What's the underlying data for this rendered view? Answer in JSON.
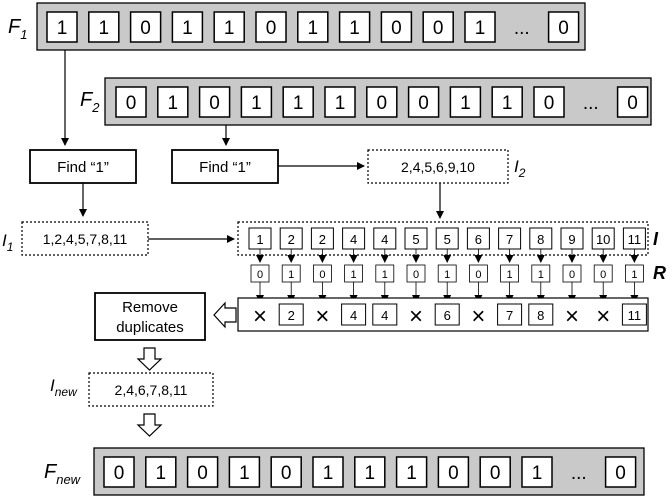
{
  "colors": {
    "bar_fill": "#c9c9c9",
    "cell_fill": "#ffffff",
    "stroke": "#000000"
  },
  "labels": {
    "f1": "F",
    "f1_sub": "1",
    "f2": "F",
    "f2_sub": "2",
    "fnew": "F",
    "fnew_sub": "new",
    "i1": "I",
    "i1_sub": "1",
    "i2": "I",
    "i2_sub": "2",
    "inew": "I",
    "inew_sub": "new",
    "I": "I",
    "R": "R"
  },
  "f1_bits": [
    "1",
    "1",
    "0",
    "1",
    "1",
    "0",
    "1",
    "1",
    "0",
    "0",
    "1",
    "...",
    "0"
  ],
  "f2_bits": [
    "0",
    "1",
    "0",
    "1",
    "1",
    "1",
    "0",
    "0",
    "1",
    "1",
    "0",
    "...",
    "0"
  ],
  "fnew_bits": [
    "0",
    "1",
    "0",
    "1",
    "0",
    "1",
    "1",
    "1",
    "0",
    "0",
    "1",
    "...",
    "0"
  ],
  "find1_left": "Find “1”",
  "find1_right": "Find “1”",
  "i1_list": "1,2,4,5,7,8,11",
  "i2_list": "2,4,5,6,9,10",
  "inew_list": "2,4,6,7,8,11",
  "remove_duplicates": [
    "Remove",
    "duplicates"
  ],
  "merged_I": [
    "1",
    "2",
    "2",
    "4",
    "4",
    "5",
    "5",
    "6",
    "7",
    "8",
    "9",
    "10",
    "11"
  ],
  "R_values": [
    "0",
    "1",
    "0",
    "1",
    "1",
    "0",
    "1",
    "0",
    "1",
    "1",
    "0",
    "0",
    "1"
  ],
  "result_cells": [
    "×",
    "2",
    "×",
    "4",
    "4",
    "×",
    "6",
    "×",
    "7",
    "8",
    "×",
    "×",
    "11"
  ]
}
